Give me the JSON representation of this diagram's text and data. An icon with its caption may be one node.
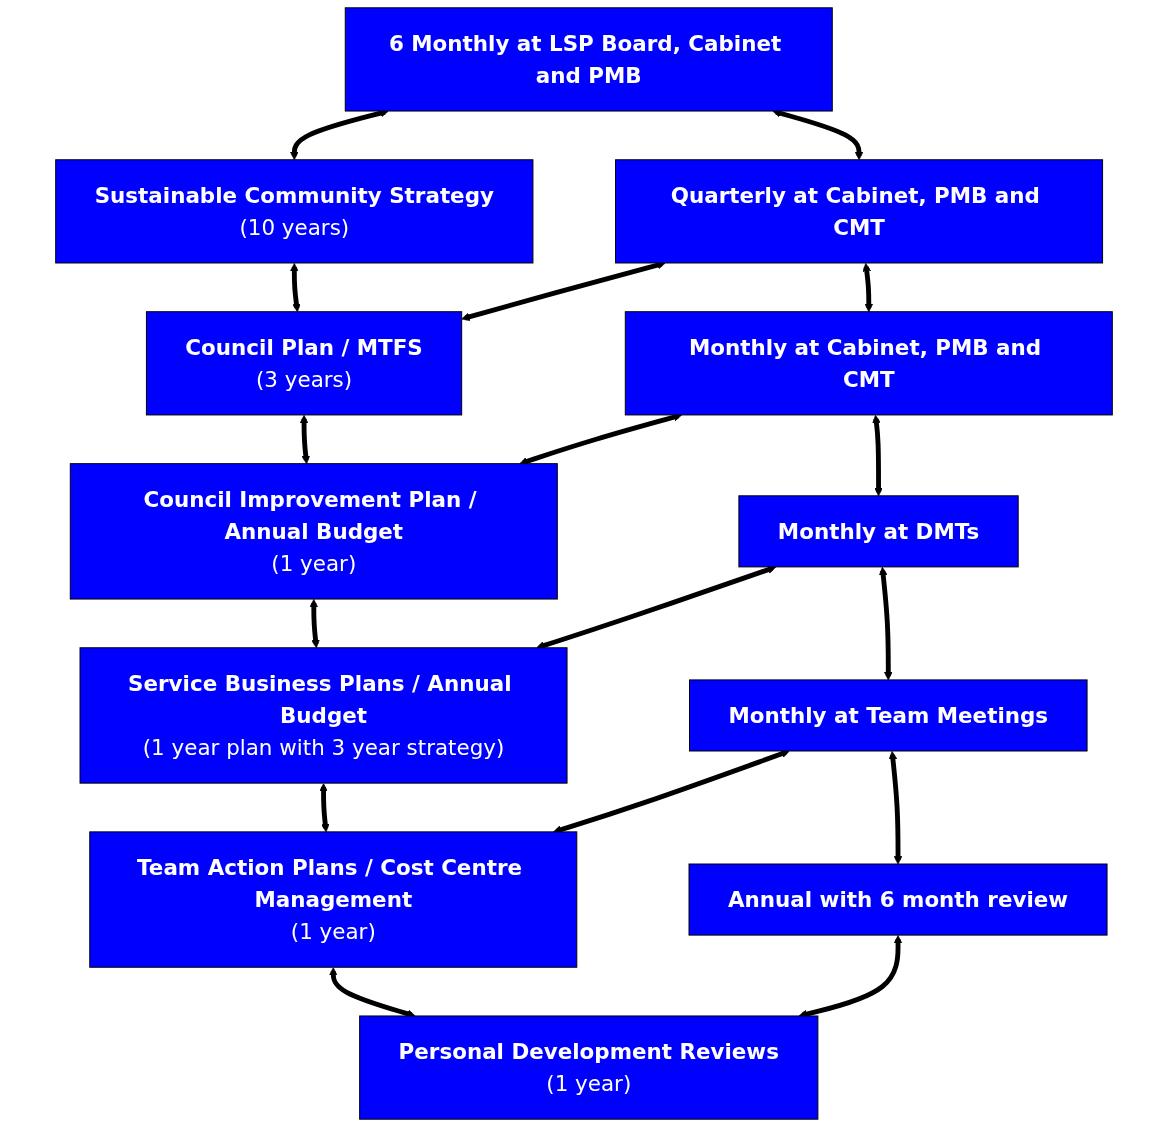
{
  "diagram": {
    "nodes": [
      {
        "text": [
          "6 Monthly at LSP Board, Cabinet and PMB"
        ]
      },
      {
        "text": [
          "Sustainable Community Strategy",
          "(10 years)"
        ]
      },
      {
        "text": [
          "Quarterly at Cabinet, PMB and CMT"
        ]
      },
      {
        "text": [
          "Council Plan / MTFS",
          "(3 years)"
        ]
      },
      {
        "text": [
          "Monthly at Cabinet, PMB and CMT"
        ]
      },
      {
        "text": [
          "Council Improvement Plan / Annual Budget",
          "(1 year)"
        ]
      },
      {
        "text": [
          "Monthly at DMTs"
        ]
      },
      {
        "text": [
          "Service Business Plans / Annual Budget",
          "(1 year plan with 3 year strategy)"
        ]
      },
      {
        "text": [
          "Monthly at Team Meetings"
        ]
      },
      {
        "text": [
          "Team Action Plans / Cost Centre Management",
          "(1 year)"
        ]
      },
      {
        "text": [
          "Annual with 6 month review"
        ]
      },
      {
        "text": [
          "Personal Development Reviews",
          "(1 year)"
        ]
      }
    ],
    "edges": [
      {
        "from": 0,
        "to": 1,
        "arrow": "both"
      },
      {
        "from": 0,
        "to": 2,
        "arrow": "both"
      },
      {
        "from": 1,
        "to": 3,
        "arrow": "both"
      },
      {
        "from": 2,
        "to": 3,
        "arrow": "both"
      },
      {
        "from": 2,
        "to": 4,
        "arrow": "both"
      },
      {
        "from": 3,
        "to": 5,
        "arrow": "both"
      },
      {
        "from": 4,
        "to": 5,
        "arrow": "both"
      },
      {
        "from": 4,
        "to": 6,
        "arrow": "both"
      },
      {
        "from": 5,
        "to": 7,
        "arrow": "both"
      },
      {
        "from": 6,
        "to": 7,
        "arrow": "both"
      },
      {
        "from": 6,
        "to": 8,
        "arrow": "both"
      },
      {
        "from": 7,
        "to": 9,
        "arrow": "both"
      },
      {
        "from": 8,
        "to": 9,
        "arrow": "both"
      },
      {
        "from": 8,
        "to": 10,
        "arrow": "both"
      },
      {
        "from": 9,
        "to": 11,
        "arrow": "both"
      },
      {
        "from": 10,
        "to": 11,
        "arrow": "both"
      }
    ]
  }
}
